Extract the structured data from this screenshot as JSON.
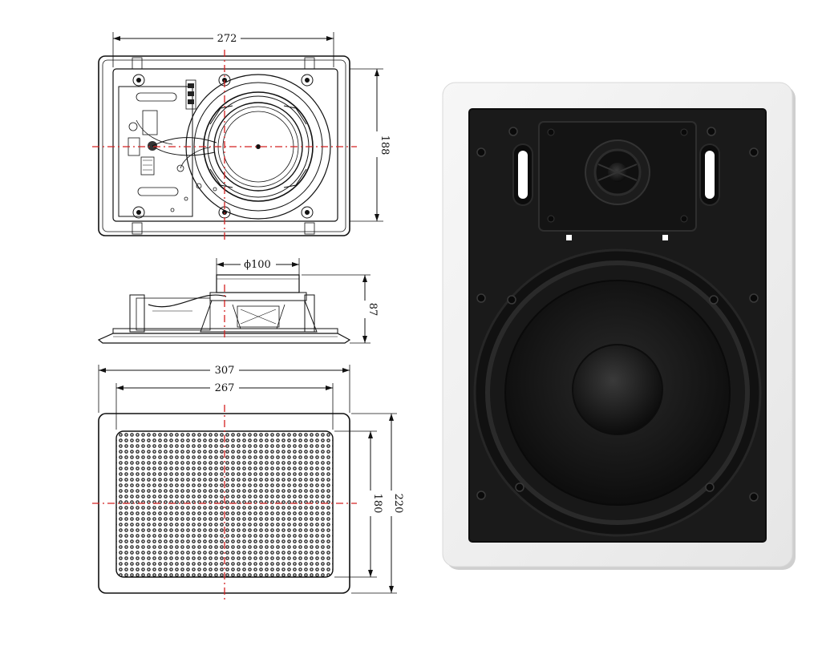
{
  "diagram": {
    "rear_view": {
      "width_label": "272",
      "height_label": "188"
    },
    "side_view": {
      "diameter_label": "ϕ100",
      "depth_label": "87"
    },
    "front_view": {
      "outer_width_label": "307",
      "inner_width_label": "267",
      "inner_height_label": "180",
      "outer_height_label": "220"
    }
  },
  "colors": {
    "line": "#111111",
    "centerline": "#d42020",
    "frame": "#f2f2f2",
    "baffle": "#1a1a1a",
    "cone": "#151515"
  }
}
